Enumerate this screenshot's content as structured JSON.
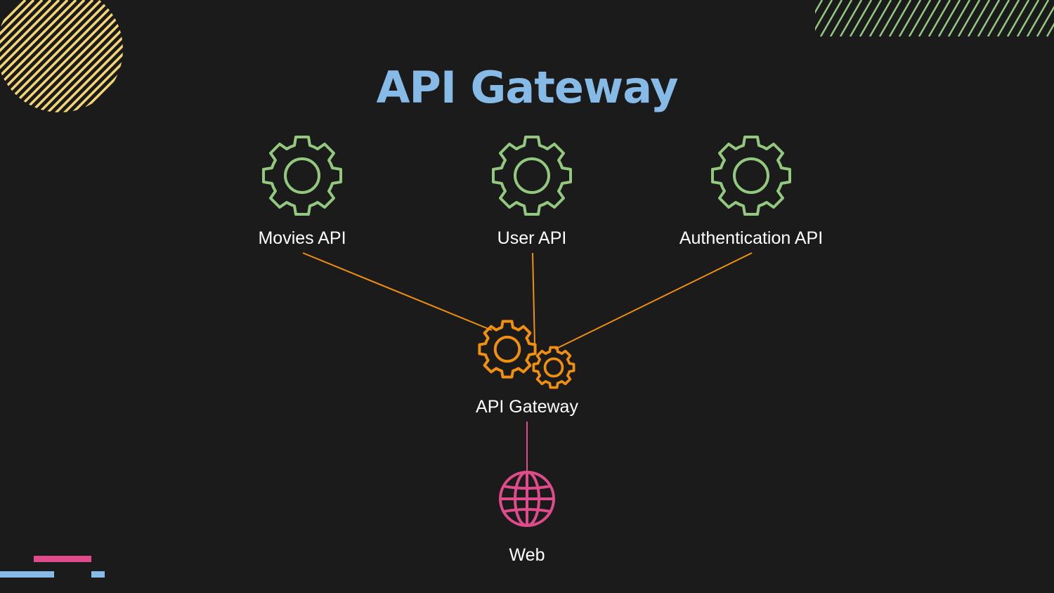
{
  "slide": {
    "title": "API Gateway",
    "colors": {
      "background": "#1b1b1b",
      "title": "#86bbe8",
      "service_gear": "#93c97f",
      "gateway": "#f0900e",
      "web": "#e04b8b",
      "stripes_yellow": "#f2d675",
      "stripes_green": "#93c97f"
    }
  },
  "diagram": {
    "nodes": [
      {
        "id": "movies",
        "label": "Movies API",
        "icon": "gear-icon"
      },
      {
        "id": "user",
        "label": "User API",
        "icon": "gear-icon"
      },
      {
        "id": "auth",
        "label": "Authentication API",
        "icon": "gear-icon"
      },
      {
        "id": "gateway",
        "label": "API Gateway",
        "icon": "gears-icon"
      },
      {
        "id": "web",
        "label": "Web",
        "icon": "globe-icon"
      }
    ],
    "edges": [
      {
        "from": "movies",
        "to": "gateway"
      },
      {
        "from": "user",
        "to": "gateway"
      },
      {
        "from": "auth",
        "to": "gateway"
      },
      {
        "from": "gateway",
        "to": "web"
      }
    ]
  }
}
